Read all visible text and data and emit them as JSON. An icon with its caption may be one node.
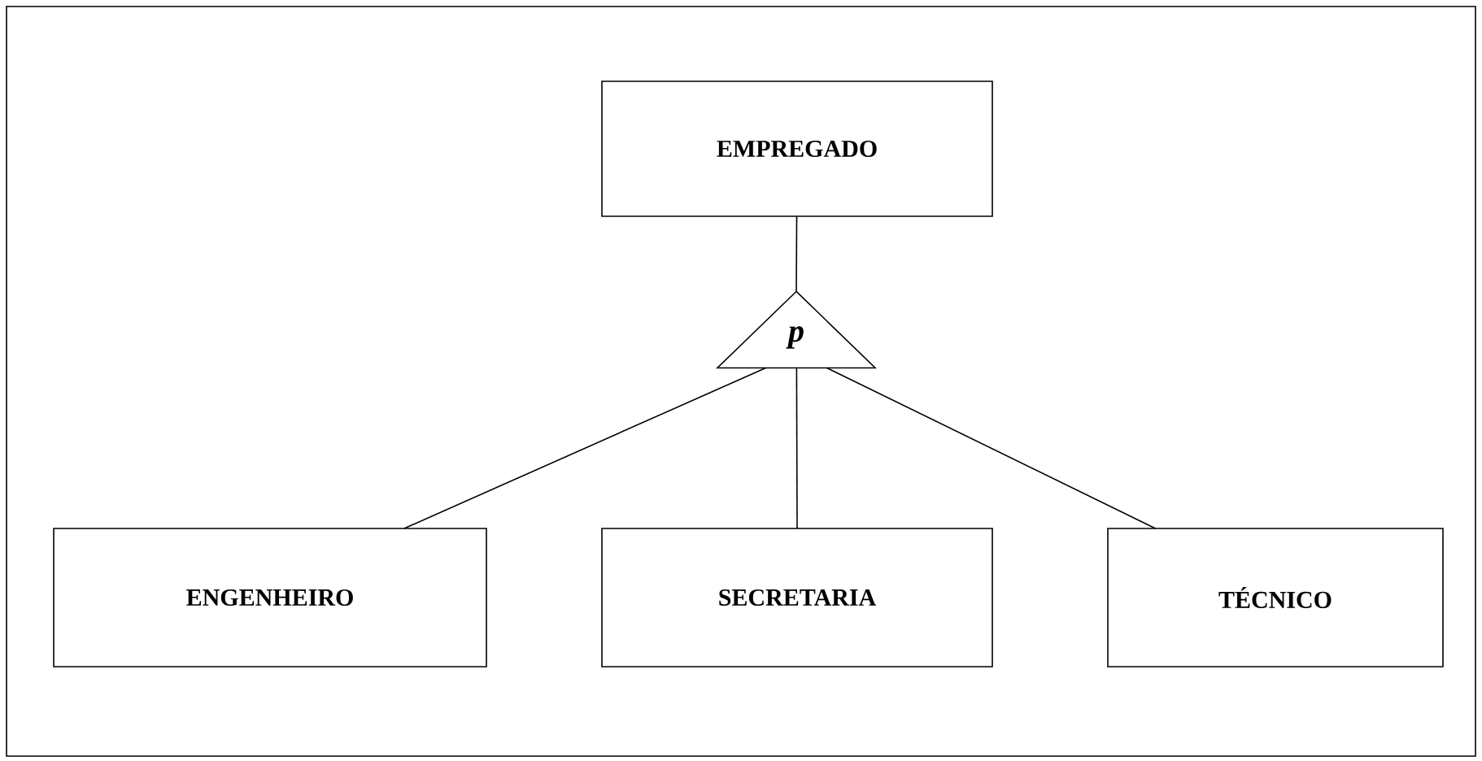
{
  "diagram": {
    "nodes": [
      {
        "text": [
          "EMPREGADO"
        ]
      },
      {
        "text": [
          "p"
        ]
      },
      {
        "text": [
          "ENGENHEIRO"
        ]
      },
      {
        "text": [
          "SECRETARIA"
        ]
      },
      {
        "text": [
          "TÉCNICO"
        ]
      }
    ],
    "edges": [
      {
        "from": 0,
        "to": 1,
        "arrow": "none"
      },
      {
        "from": 1,
        "to": 2,
        "arrow": "none"
      },
      {
        "from": 1,
        "to": 3,
        "arrow": "none"
      },
      {
        "from": 1,
        "to": 4,
        "arrow": "none"
      }
    ]
  }
}
